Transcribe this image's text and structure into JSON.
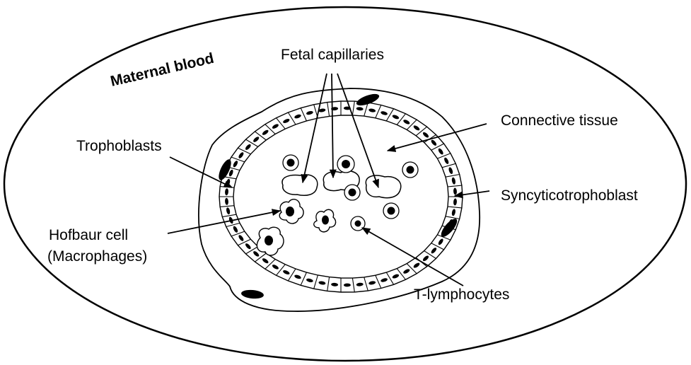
{
  "diagram": {
    "title_region": "Maternal blood",
    "labels": {
      "fetal_capillaries": "Fetal capillaries",
      "connective_tissue": "Connective tissue",
      "trophoblasts": "Trophoblasts",
      "syncytiotrophoblast": "Syncyticotrophoblast",
      "hofbaur_line1": "Hofbaur cell",
      "hofbaur_line2": "(Macrophages)",
      "t_lymphocytes": "T-lymphocytes"
    },
    "colors": {
      "ink": "#000000",
      "paper": "#ffffff"
    }
  }
}
